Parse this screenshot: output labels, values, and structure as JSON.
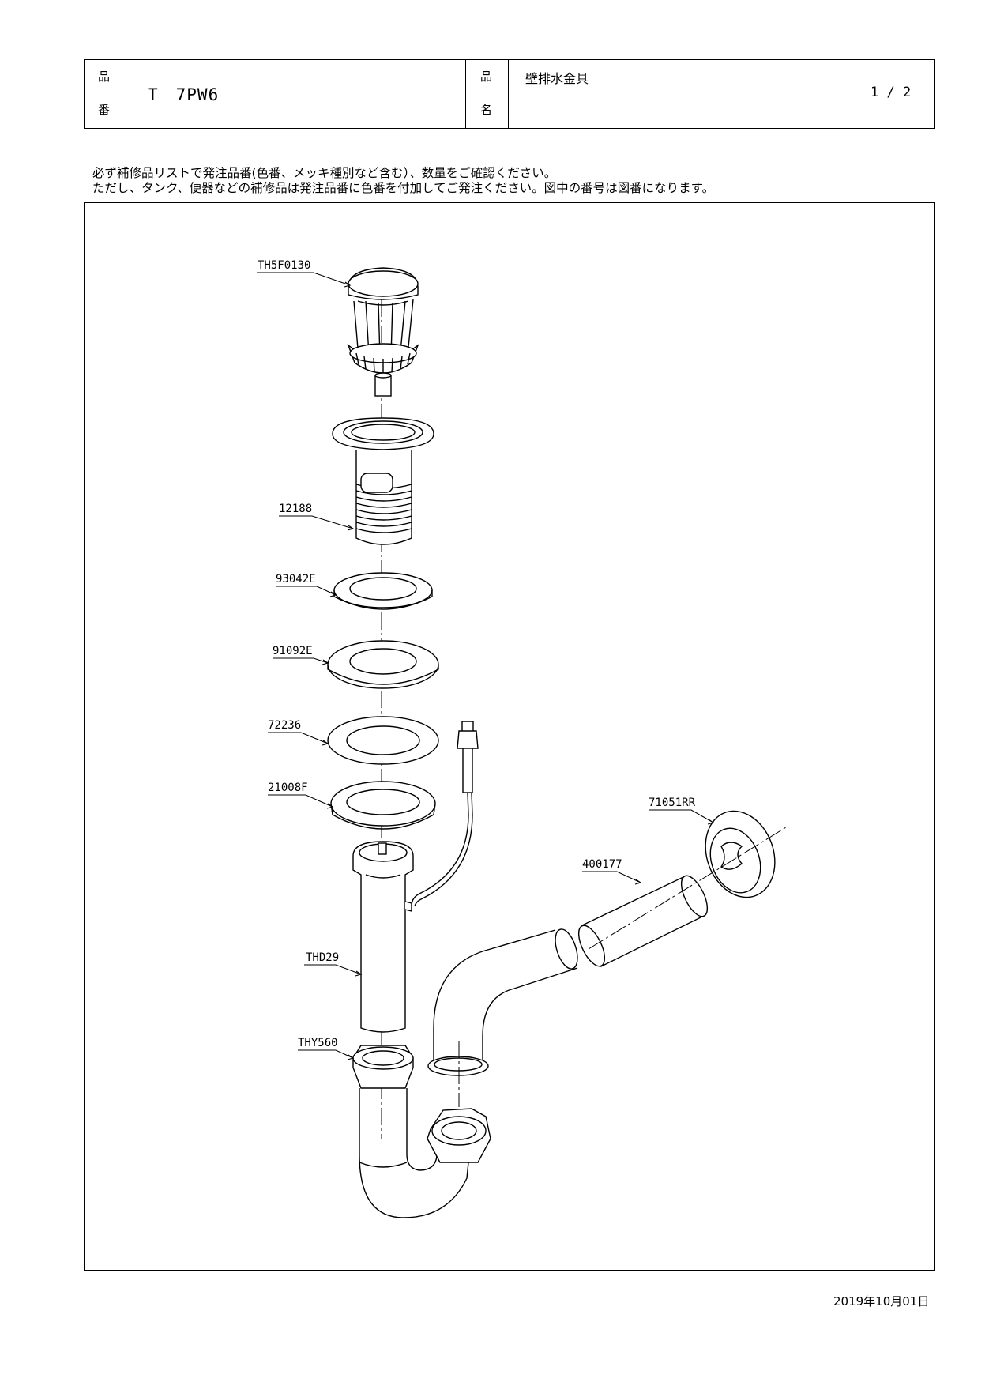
{
  "header": {
    "label_hin": "品",
    "label_ban": "番",
    "label_hin2": "品",
    "label_mei": "名",
    "part_number": "T　7PW6",
    "product_name": "壁排水金具",
    "page": "1 / 2"
  },
  "notes": {
    "line1": "必ず補修品リストで発注品番(色番、メッキ種別など含む）、数量をご確認ください。",
    "line2": "ただし、タンク、便器などの補修品は発注品番に色番を付加してご発注ください。図中の番号は図番になります。"
  },
  "parts": {
    "p1": "TH5F0130",
    "p2": "12188",
    "p3": "93042E",
    "p4": "91092E",
    "p5": "72236",
    "p6": "21008F",
    "p7": "THD29",
    "p8": "THY560",
    "p9": "71051RR",
    "p10": "400177"
  },
  "footer": {
    "date": "2019年10月01日"
  }
}
